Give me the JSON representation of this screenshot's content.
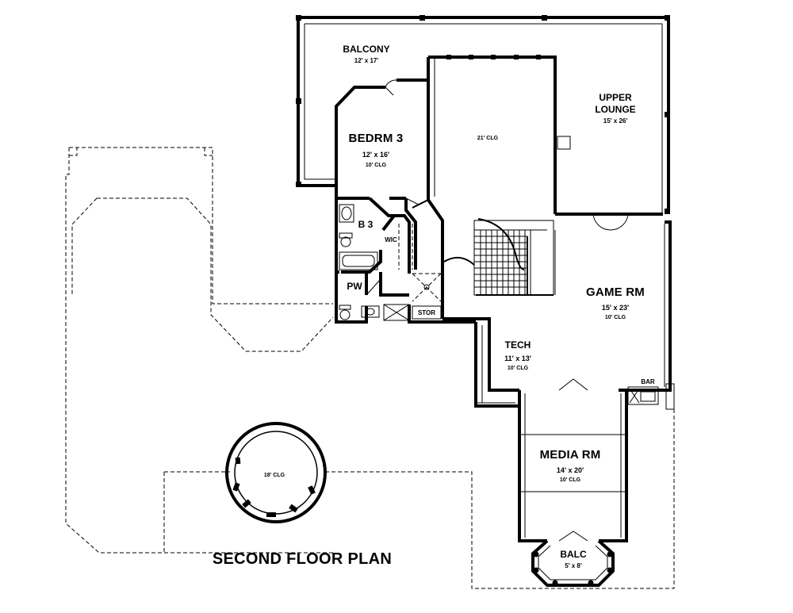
{
  "plan": {
    "title": "SECOND FLOOR PLAN",
    "rooms": {
      "balcony": {
        "name": "BALCONY",
        "size": "12' x 17'"
      },
      "bedroom3": {
        "name": "BEDRM 3",
        "size": "12' x 16'",
        "clg": "10' CLG"
      },
      "open_to_below": {
        "clg": "21' CLG"
      },
      "upper_lounge": {
        "name_line1": "UPPER",
        "name_line2": "LOUNGE",
        "size": "15' x 26'"
      },
      "bath3": {
        "name": "B 3"
      },
      "wic": {
        "name": "WIC"
      },
      "powder": {
        "name": "PW"
      },
      "storage": {
        "name": "STOR"
      },
      "game_room": {
        "name": "GAME RM",
        "size": "15' x 23'",
        "clg": "10' CLG"
      },
      "tech": {
        "name": "TECH",
        "size": "11' x 13'",
        "clg": "10' CLG"
      },
      "bar": {
        "name": "BAR"
      },
      "media_room": {
        "name": "MEDIA RM",
        "size": "14' x 20'",
        "clg": "10' CLG"
      },
      "balc": {
        "name": "BALC",
        "size": "5' x 8'"
      },
      "rotunda": {
        "clg": "18' CLG"
      }
    }
  }
}
